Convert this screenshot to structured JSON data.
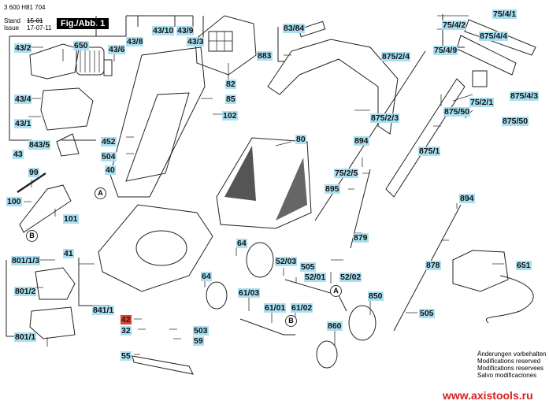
{
  "header": {
    "part_number": "3 600 H81 704",
    "stand_label": "Stand",
    "issue_label": "Issue",
    "stand_value": "15-01",
    "issue_value": "17-07-11",
    "figure": "Fig./Abb. 1"
  },
  "callouts": {
    "c43_2": "43/2",
    "c650": "650",
    "c43_6": "43/6",
    "c43_8": "43/8",
    "c43_10": "43/10",
    "c43_9": "43/9",
    "c43_3": "43/3",
    "c43_4": "43/4",
    "c43_1": "43/1",
    "c843_5": "843/5",
    "c43": "43",
    "c82": "82",
    "c85": "85",
    "c102": "102",
    "c452": "452",
    "c504": "504",
    "c40": "40",
    "c99": "99",
    "c100": "100",
    "c101": "101",
    "c83_84": "83/84",
    "c883": "883",
    "c80": "80",
    "c75_4_1": "75/4/1",
    "c75_4_2": "75/4/2",
    "c875_4_4": "875/4/4",
    "c75_4_9": "75/4/9",
    "c875_2_4": "875/2/4",
    "c875_4_3": "875/4/3",
    "c75_2_1": "75/2/1",
    "c875_50a": "875/50",
    "c875_50b": "875/50",
    "c875_2_3": "875/2/3",
    "c875_1": "875/1",
    "c894a": "894",
    "c75_2_5": "75/2/5",
    "c895": "895",
    "c879": "879",
    "c894b": "894",
    "c878": "878",
    "c651": "651",
    "c505a": "505",
    "c505b": "505",
    "c41": "41",
    "c801_1_3": "801/1/3",
    "c801_2": "801/2",
    "c801_1": "801/1",
    "c841_1": "841/1",
    "c42": "42",
    "c32": "32",
    "c503": "503",
    "c59": "59",
    "c55": "55",
    "c64a": "64",
    "c64b": "64",
    "c52_03": "52/03",
    "c52_01": "52/01",
    "c52_02": "52/02",
    "c61_03": "61/03",
    "c61_01": "61/01",
    "c61_02": "61/02",
    "c850": "850",
    "c860": "860"
  },
  "markers": {
    "a1": "A",
    "a2": "A",
    "b1": "B",
    "b2": "B"
  },
  "notes": {
    "line1": "Änderungen vorbehalten",
    "line2": "Modifications reserved",
    "line3": "Modifications reservees",
    "line4": "Salvo modificaciones"
  },
  "website": "www.axistools.ru",
  "colors": {
    "label_bg": "#a9dff0",
    "highlight_label_bg": "#d8432a",
    "website": "#d62020"
  }
}
